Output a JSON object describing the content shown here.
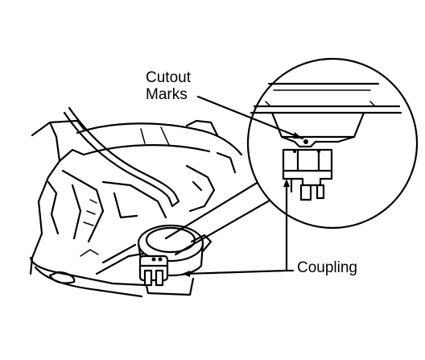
{
  "labels": {
    "cutout_marks_line1": "Cutout",
    "cutout_marks_line2": "Marks",
    "coupling": "Coupling"
  },
  "colors": {
    "ink": "#000000",
    "paper": "#ffffff"
  }
}
